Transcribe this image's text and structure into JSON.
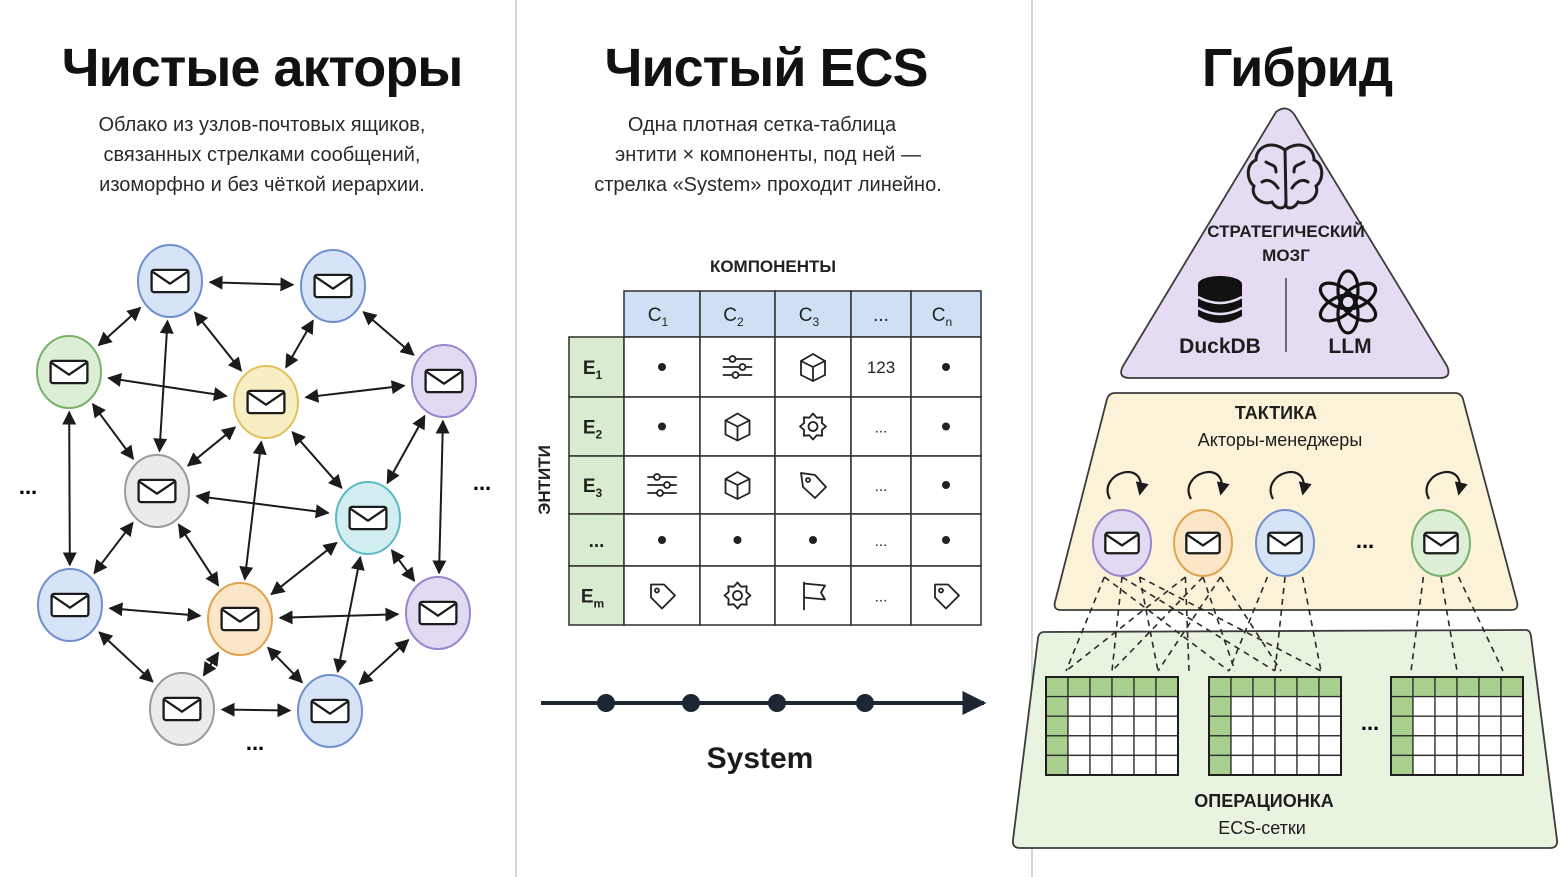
{
  "panels": {
    "actors": {
      "title": "Чистые акторы",
      "description": [
        "Облако из узлов-почтовых ящиков,",
        "связанных стрелками сообщений,",
        "изоморфно и без чёткой иерархии."
      ],
      "ellipsis": "..."
    },
    "ecs": {
      "title": "Чистый ECS",
      "description": [
        "Одна плотная сетка-таблица",
        "энтити × компоненты, под ней —",
        "стрелка «System» проходит линейно."
      ],
      "components_label": "КОМПОНЕНТЫ",
      "entities_label": "ЭНТИТИ",
      "columns": [
        {
          "base": "C",
          "sub": "1"
        },
        {
          "base": "C",
          "sub": "2"
        },
        {
          "base": "C",
          "sub": "3"
        },
        {
          "base": "...",
          "sub": ""
        },
        {
          "base": "C",
          "sub": "n"
        }
      ],
      "rows": [
        {
          "base": "E",
          "sub": "1",
          "cells": [
            "dot",
            "sliders",
            "cube",
            "123",
            "dot"
          ]
        },
        {
          "base": "E",
          "sub": "2",
          "cells": [
            "dot",
            "cube",
            "gear",
            "...",
            "dot"
          ]
        },
        {
          "base": "E",
          "sub": "3",
          "cells": [
            "sliders",
            "cube",
            "tag-badge",
            "...",
            "dot"
          ]
        },
        {
          "base": "...",
          "sub": "",
          "cells": [
            "dot",
            "dot",
            "dot",
            "...",
            "dot"
          ]
        },
        {
          "base": "E",
          "sub": "m",
          "cells": [
            "tag",
            "gear",
            "flag",
            "...",
            "tag"
          ]
        }
      ],
      "system_label": "System"
    },
    "hybrid": {
      "title": "Гибрид",
      "strategy": {
        "title_line1": "СТРАТЕГИЧЕСКИЙ",
        "title_line2": "МОЗГ",
        "left_label": "DuckDB",
        "right_label": "LLM",
        "icons": [
          "brain-icon",
          "database-icon",
          "llm-knot-icon"
        ]
      },
      "tactics": {
        "title": "ТАКТИКА",
        "subtitle": "Акторы-менеджеры",
        "ellipsis": "..."
      },
      "operations": {
        "title": "ОПЕРАЦИОНКА",
        "subtitle": "ECS-сетки",
        "ellipsis": "..."
      }
    }
  },
  "colors": {
    "green_node": "#dcefd6",
    "green_edge": "#79b06b",
    "blue_node": "#d7e4f7",
    "blue_edge": "#6f8fd0",
    "lilac_node": "#e2daf2",
    "lilac_edge": "#9a86cc",
    "orange_node": "#fbe6c8",
    "orange_edge": "#e1a24e",
    "yellow_node": "#f8eec4",
    "yellow_edge": "#e2c25a",
    "teal_node": "#d3eef1",
    "teal_edge": "#5bbac8",
    "gray_node": "#ebebeb",
    "gray_edge": "#9a9a9a",
    "table_header": "#cfe0f5",
    "table_rowhead": "#d9ecd0",
    "pyramid_top": "#e5dcf3",
    "pyramid_mid": "#fbf2d8",
    "pyramid_bottom": "#e8f3e0",
    "grid_green": "#a9cf8f"
  }
}
